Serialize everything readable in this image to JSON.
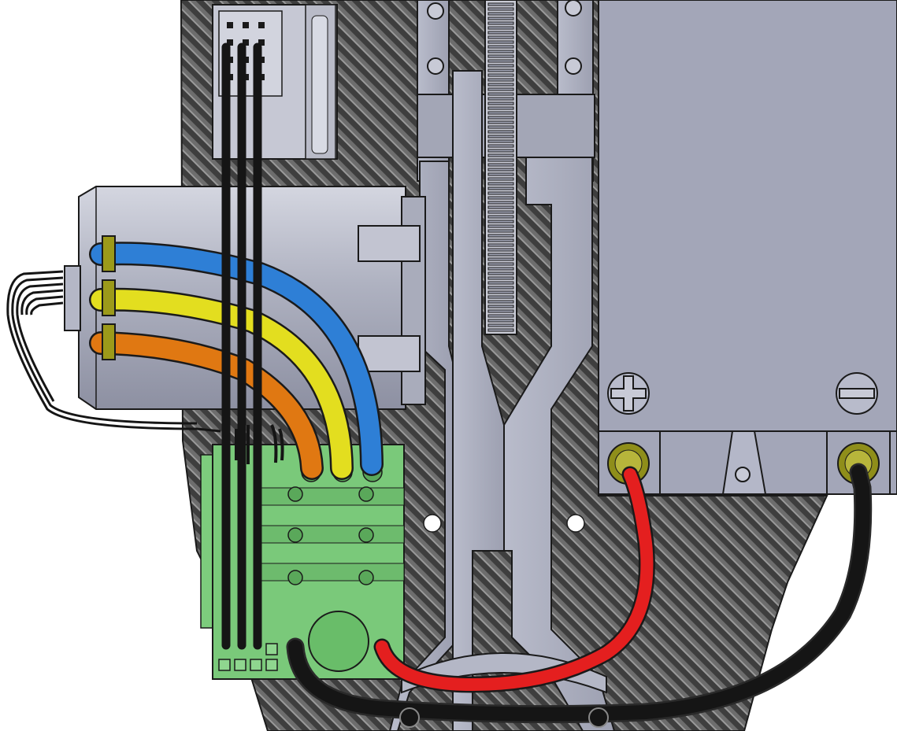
{
  "scene": {
    "view": "cad-assembly-render",
    "components": [
      "carbon-fiber-chassis-plate",
      "brushless-motor",
      "pinion-and-spur-gear",
      "suspension-arms",
      "battery-box",
      "esc-board",
      "servo-lead-connector"
    ]
  },
  "colors": {
    "background": "#ffffff",
    "carbon_dark": "#3e3e3e",
    "carbon_light": "#8a8a8a",
    "part_gray": "#a7aab8",
    "part_gray_light": "#c3c5d2",
    "part_gray_dark": "#8c8fa0",
    "esc_green": "#7ac97a",
    "esc_green_dark": "#5aa85a",
    "wire_blue": "#2e7fd6",
    "wire_yellow": "#e3de1f",
    "wire_orange": "#e07812",
    "wire_red": "#e41f1f",
    "wire_black": "#151515",
    "terminal_gold": "#9c9a1a",
    "outline": "#1a1a1a"
  },
  "motor_wires": [
    {
      "name": "phase-wire-blue",
      "color": "wire_blue"
    },
    {
      "name": "phase-wire-yellow",
      "color": "wire_yellow"
    },
    {
      "name": "phase-wire-orange",
      "color": "wire_orange"
    }
  ],
  "power_wires": [
    {
      "name": "battery-lead-red",
      "color": "wire_red"
    },
    {
      "name": "battery-lead-black",
      "color": "wire_black"
    }
  ]
}
